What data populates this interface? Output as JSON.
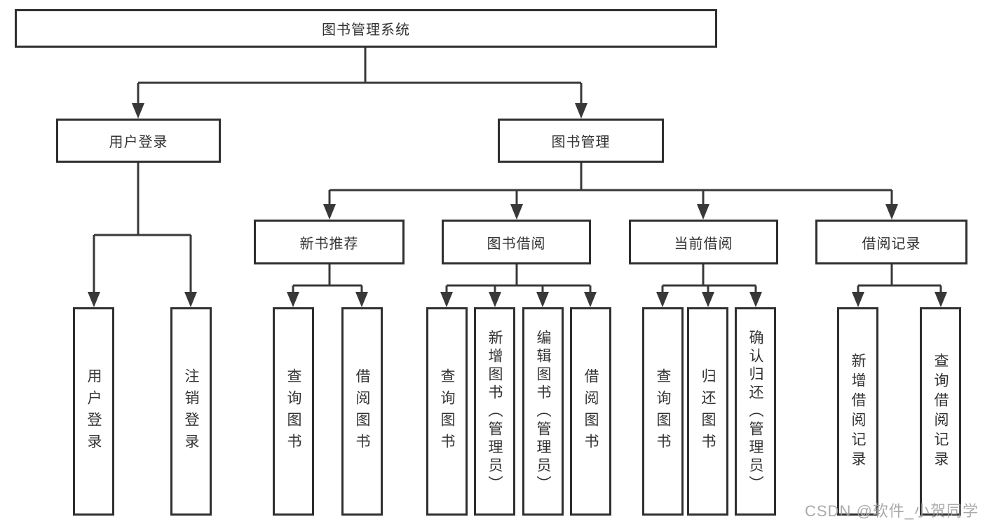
{
  "tree": {
    "label": "图书管理系统",
    "children": [
      {
        "label": "用户登录",
        "children": [
          {
            "label": "用户登录"
          },
          {
            "label": "注销登录"
          }
        ]
      },
      {
        "label": "图书管理",
        "children": [
          {
            "label": "新书推荐",
            "children": [
              {
                "label": "查询图书"
              },
              {
                "label": "借阅图书"
              }
            ]
          },
          {
            "label": "图书借阅",
            "children": [
              {
                "label": "查询图书"
              },
              {
                "label": "新增图书（管理员）"
              },
              {
                "label": "编辑图书（管理员）"
              },
              {
                "label": "借阅图书"
              }
            ]
          },
          {
            "label": "当前借阅",
            "children": [
              {
                "label": "查询图书"
              },
              {
                "label": "归还图书"
              },
              {
                "label": "确认归还（管理员）"
              }
            ]
          },
          {
            "label": "借阅记录",
            "children": [
              {
                "label": "新增借阅记录"
              },
              {
                "label": "查询借阅记录"
              }
            ]
          }
        ]
      }
    ]
  },
  "watermark": "CSDN @软件_小贺同学",
  "colors": {
    "background": "#ffffff",
    "line": "#383838",
    "box_border": "#2f2f2f",
    "text": "#333333",
    "watermark": "#9e9e9e"
  }
}
